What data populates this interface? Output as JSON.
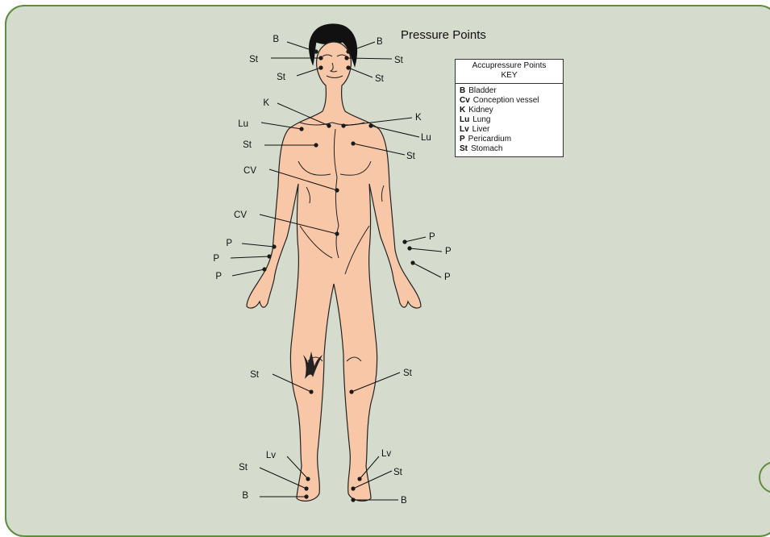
{
  "title": "Pressure Points",
  "key": {
    "header_line1": "Accupressure Points",
    "header_line2": "KEY",
    "items": [
      {
        "code": "B",
        "name": "Bladder"
      },
      {
        "code": "Cv",
        "name": "Conception vessel"
      },
      {
        "code": "K",
        "name": "Kidney"
      },
      {
        "code": "Lu",
        "name": "Lung"
      },
      {
        "code": "Lv",
        "name": "Liver"
      },
      {
        "code": "P",
        "name": "Pericardium"
      },
      {
        "code": "St",
        "name": "Stomach"
      }
    ]
  },
  "labels": {
    "head_b_left": "B",
    "head_b_right": "B",
    "head_st_left": "St",
    "head_st_right": "St",
    "cheek_st_left": "St",
    "cheek_st_right": "St",
    "k_left": "K",
    "k_right": "K",
    "lu_left": "Lu",
    "lu_right": "Lu",
    "chest_st_left": "St",
    "chest_st_right": "St",
    "cv_upper": "CV",
    "cv_lower": "CV",
    "p_left_1": "P",
    "p_left_2": "P",
    "p_left_3": "P",
    "p_right_1": "P",
    "p_right_2": "P",
    "p_right_3": "P",
    "knee_st_left": "St",
    "knee_st_right": "St",
    "lv_left": "Lv",
    "lv_right": "Lv",
    "foot_st_left": "St",
    "foot_st_right": "St",
    "foot_b_left": "B",
    "foot_b_right": "B"
  },
  "colors": {
    "panel": "#d5dccd",
    "border": "#5e8d3e",
    "skin": "#f8c7a8"
  }
}
